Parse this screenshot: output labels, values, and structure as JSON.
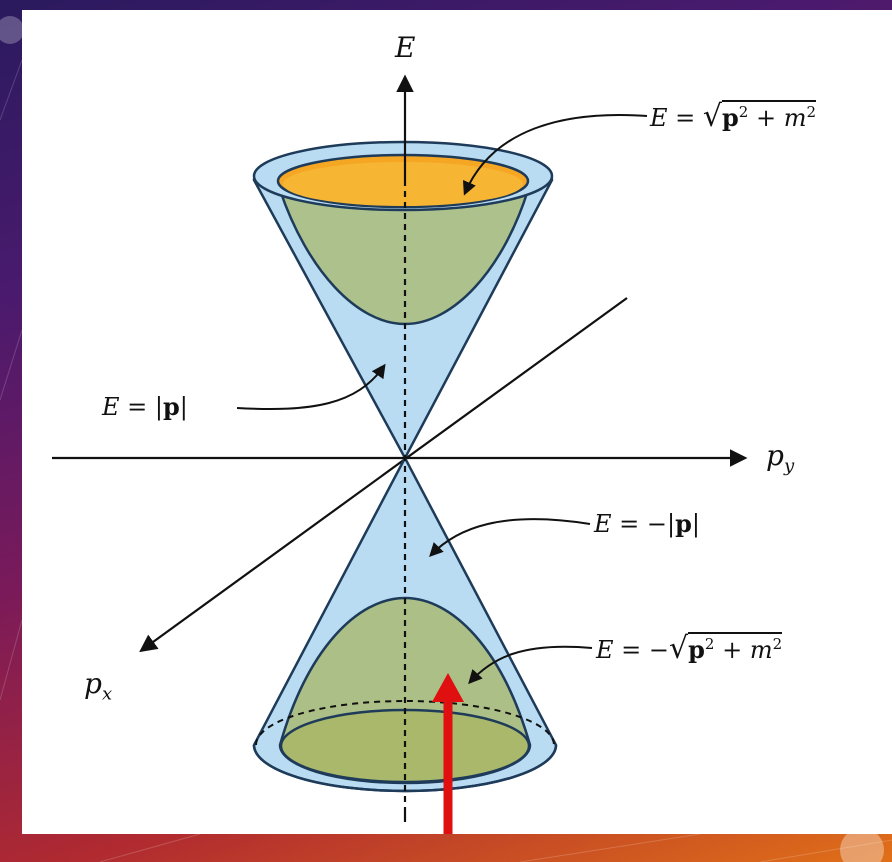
{
  "colors": {
    "cone_fill": "#b9dcf3",
    "cone_edge": "#1e3b5a",
    "hyperboloid_fill": "#a9b86a",
    "top_rim": "#f5a623",
    "arrow_red": "#e01010"
  },
  "axes": {
    "e_label": "E",
    "px_label": "p",
    "px_sub": "x",
    "py_label": "p",
    "py_sub": "y"
  },
  "labels": {
    "positive_mass_shell": {
      "lhs": "E = ",
      "radicand_bold": "p",
      "radicand_rest": " + m"
    },
    "positive_light_cone": {
      "lhs": "E = |",
      "bold": "p",
      "rhs": "|"
    },
    "negative_light_cone": {
      "lhs": "E = −|",
      "bold": "p",
      "rhs": "|"
    },
    "negative_mass_shell": {
      "lhs": "E = −",
      "radicand_bold": "p",
      "radicand_rest": " + m"
    },
    "exponent": "2"
  }
}
